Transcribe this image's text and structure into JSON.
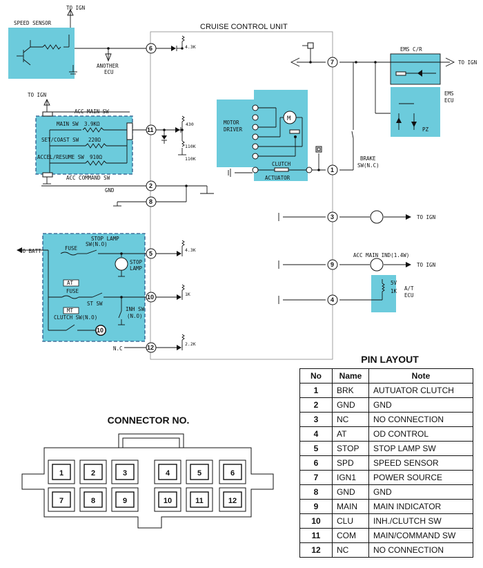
{
  "diagram": {
    "unit_title": "CRUISE CONTROL UNIT",
    "speed_sensor": "SPEED SENSOR",
    "to_ign": "TO IGN",
    "another_ecu_1": "ANOTHER",
    "another_ecu_2": "ECU",
    "r_4_3k": "4.3K",
    "r_430": "430",
    "r_110k_a": "110K",
    "r_110k_b": "110K",
    "r_1k": "1K",
    "r_2_2k": "2.2K",
    "acc_main_sw": "ACC MAIN SW",
    "main_sw": "MAIN SW",
    "r_3_9k": "3.9KΩ",
    "set_coast_sw": "SET/COAST SW",
    "r_220": "220Ω",
    "accel_resume_sw": "ACCEL/RESUME SW",
    "r_910": "910Ω",
    "acc_command_sw": "ACC COMMAND SW",
    "gnd": "GND",
    "motor_driver_1": "MOTOR",
    "motor_driver_2": "DRIVER",
    "motor_m": "M",
    "clutch": "CLUTCH",
    "actuator": "ACTUATOR",
    "brake_sw_1": "BRAKE",
    "brake_sw_2": "SW(N.C)",
    "ems_cr": "EMS C/R",
    "ems_ecu_1": "EMS",
    "ems_ecu_2": "ECU",
    "pz": "PZ",
    "to_batt": "TO BATT",
    "fuse": "FUSE",
    "stop_lamp_sw_1": "STOP LAMP",
    "stop_lamp_sw_2": "SW(N.O)",
    "stop_lamp_1": "STOP",
    "stop_lamp_2": "LAMP",
    "at": "AT",
    "st_sw": "ST SW",
    "inh_sw_1": "INH SW",
    "inh_sw_2": "(N.O)",
    "mt": "MT",
    "clutch_sw": "CLUTCH SW(N.O)",
    "acc_main_ind": "ACC MAIN IND(1.4W)",
    "at_ecu_1": "A/T",
    "at_ecu_2": "ECU",
    "v5": "5V",
    "nc": "N.C",
    "pins": [
      "1",
      "2",
      "3",
      "4",
      "5",
      "6",
      "7",
      "8",
      "9",
      "10",
      "11",
      "12"
    ]
  },
  "connector": {
    "title": "CONNECTOR NO.",
    "top_row": [
      "1",
      "2",
      "3",
      "4",
      "5",
      "6"
    ],
    "bottom_row": [
      "7",
      "8",
      "9",
      "10",
      "11",
      "12"
    ]
  },
  "pin_layout": {
    "title": "PIN LAYOUT",
    "headers": [
      "No",
      "Name",
      "Note"
    ],
    "rows": [
      {
        "no": "1",
        "name": "BRK",
        "note": "AUTUATOR CLUTCH"
      },
      {
        "no": "2",
        "name": "GND",
        "note": "GND"
      },
      {
        "no": "3",
        "name": "NC",
        "note": "NO CONNECTION"
      },
      {
        "no": "4",
        "name": "AT",
        "note": "OD CONTROL"
      },
      {
        "no": "5",
        "name": "STOP",
        "note": "STOP LAMP SW"
      },
      {
        "no": "6",
        "name": "SPD",
        "note": "SPEED SENSOR"
      },
      {
        "no": "7",
        "name": "IGN1",
        "note": "POWER SOURCE"
      },
      {
        "no": "8",
        "name": "GND",
        "note": "GND"
      },
      {
        "no": "9",
        "name": "MAIN",
        "note": "MAIN INDICATOR"
      },
      {
        "no": "10",
        "name": "CLU",
        "note": "INH./CLUTCH SW"
      },
      {
        "no": "11",
        "name": "COM",
        "note": "MAIN/COMMAND SW"
      },
      {
        "no": "12",
        "name": "NC",
        "note": "NO CONNECTION"
      }
    ]
  }
}
